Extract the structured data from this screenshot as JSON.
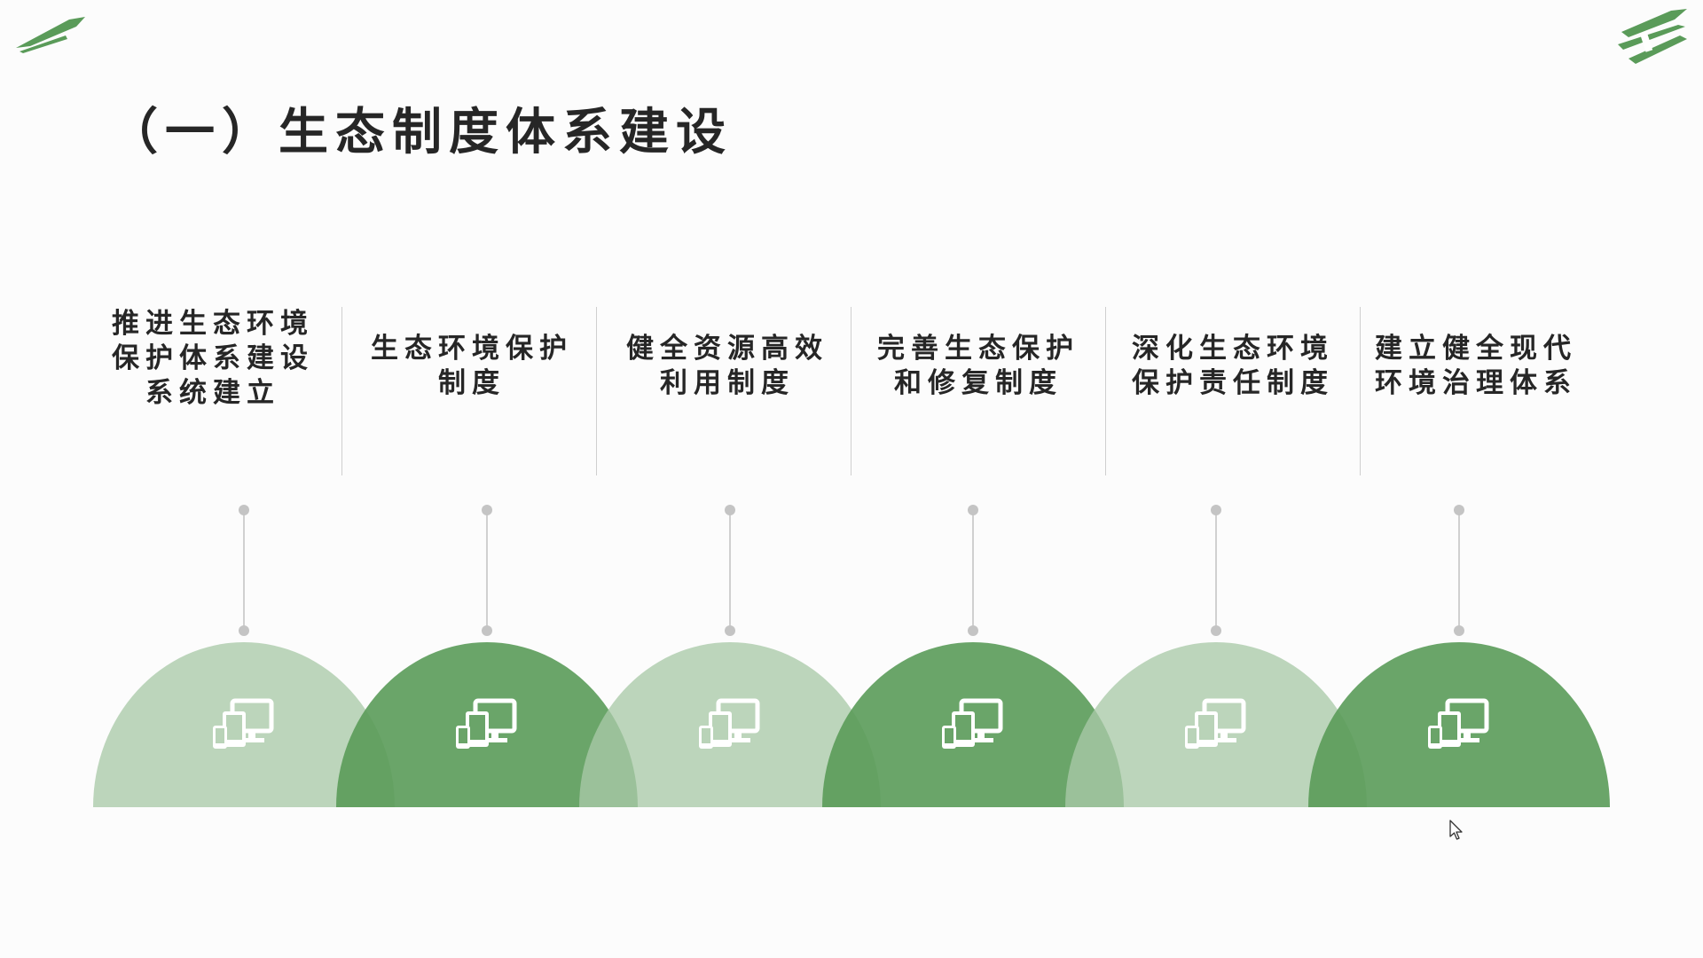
{
  "title": "（一）生态制度体系建设",
  "colors": {
    "accent": "#5a9b59",
    "dark_green": "#5d9a5e",
    "light_green": "#b4d1b4",
    "divider": "#cfcfcf",
    "text": "#262626"
  },
  "items": [
    {
      "label": "推进生态环境保护体系建设系统建立",
      "tone": "light",
      "icon": "devices-icon"
    },
    {
      "label": "生态环境保护制度",
      "tone": "dark",
      "icon": "devices-icon"
    },
    {
      "label": "健全资源高效利用制度",
      "tone": "light",
      "icon": "devices-icon"
    },
    {
      "label": "完善生态保护和修复制度",
      "tone": "dark",
      "icon": "devices-icon"
    },
    {
      "label": "深化生态环境保护责任制度",
      "tone": "light",
      "icon": "devices-icon"
    },
    {
      "label": "建立健全现代环境治理体系",
      "tone": "dark",
      "icon": "devices-icon"
    }
  ]
}
